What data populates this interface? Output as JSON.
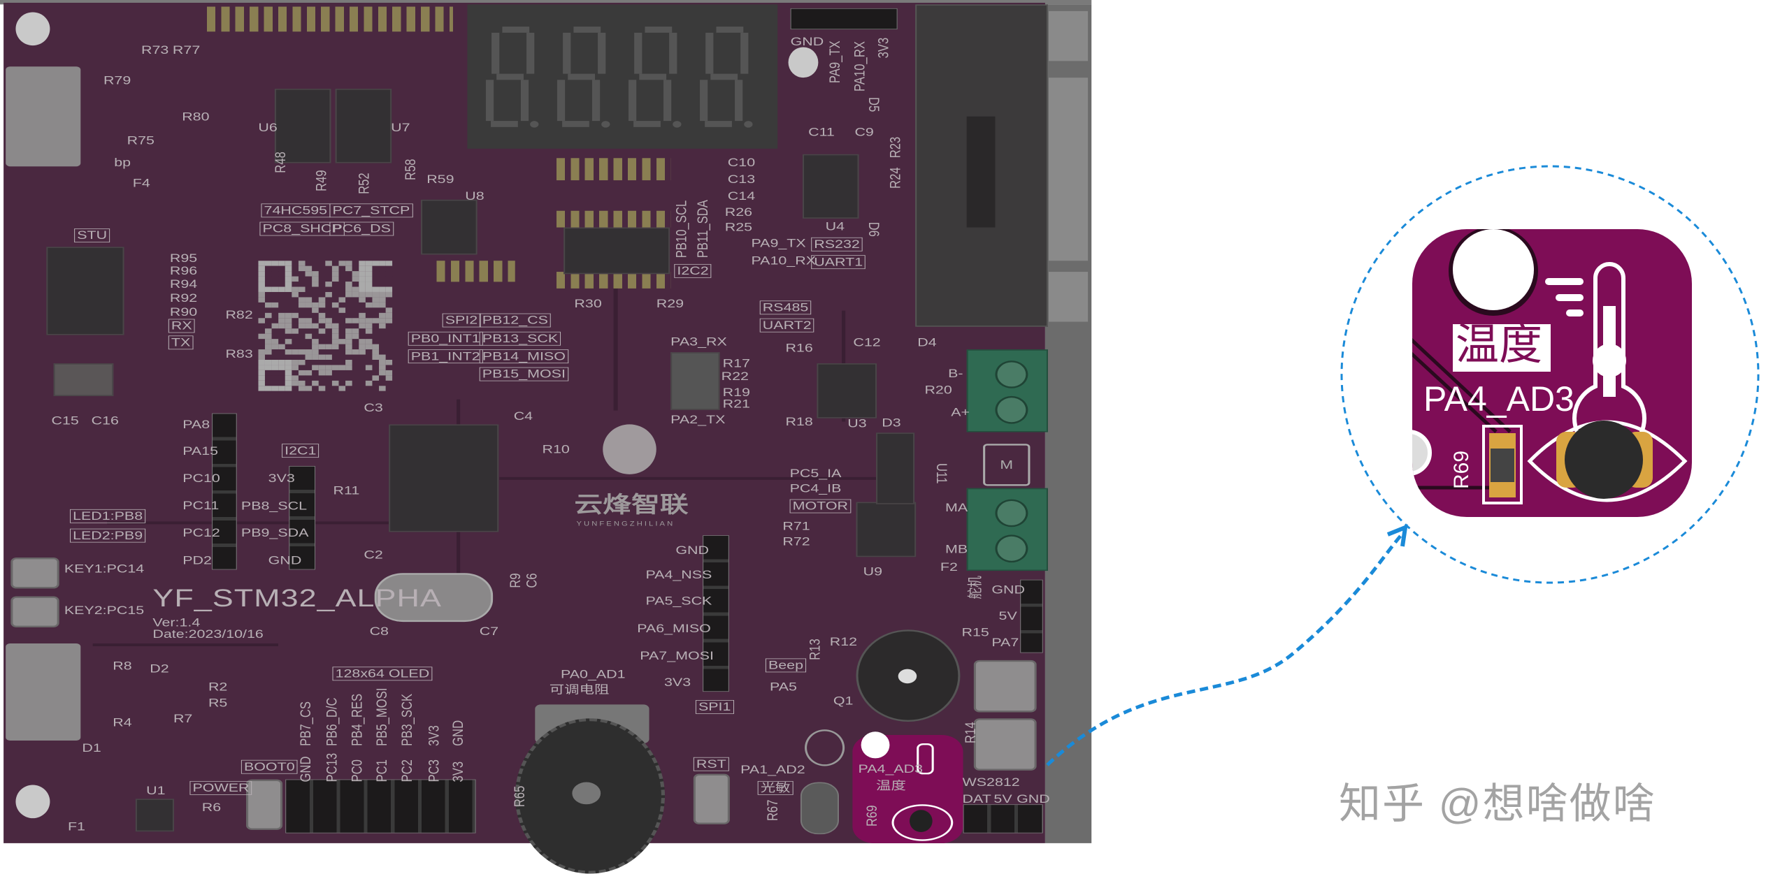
{
  "board": {
    "colors": {
      "board": "#4a2840",
      "silkscreen": "#b8b0b5",
      "sensor_board": "#7e0d56",
      "callout": "#1a8ad8",
      "terminal": "#2f6a52"
    },
    "labels": [
      "R73",
      "R77",
      "R79",
      "R80",
      "R75",
      "U6",
      "U7",
      "R48",
      "R49",
      "R52",
      "R58",
      "R59",
      "U8",
      "74HC595",
      "PC7_STCP",
      "PC8_SHCP",
      "PC6_DS",
      "STU",
      "R95",
      "R96",
      "R94",
      "R92",
      "R90",
      "R82",
      "RX",
      "TX",
      "R83",
      "SPI2",
      "PB12_CS",
      "PB0_INT1",
      "PB13_SCK",
      "PB1_INT2",
      "PB14_MISO",
      "PB15_MOSI",
      "PB10_SCL",
      "PB11_SDA",
      "I2C2",
      "C10",
      "C13",
      "C14",
      "R26",
      "R25",
      "U4",
      "PA9_TX",
      "RS232",
      "PA10_RX",
      "UART1",
      "C11",
      "C9",
      "GND",
      "PA9_TX",
      "PA10_RX",
      "3V3",
      "RS485",
      "UART2",
      "R30",
      "R29",
      "PA3_RX",
      "PA2_TX",
      "R17",
      "R22",
      "R19",
      "R21",
      "R16",
      "R18",
      "C12",
      "D4",
      "R20",
      "B-",
      "A+",
      "D3",
      "U3",
      "PC5_IA",
      "PC4_IB",
      "MOTOR",
      "R71",
      "R72",
      "MA",
      "MB",
      "U9",
      "F2",
      "舵机",
      "GND",
      "5V",
      "PA7",
      "R15",
      "R12",
      "Beep",
      "PA5",
      "Q1",
      "GND",
      "PA4_NSS",
      "PA5_SCK",
      "PA6_MISO",
      "PA7_MOSI",
      "3V3",
      "SPI1",
      "PA0_AD1",
      "可调电阻",
      "RST",
      "PA1_AD2",
      "光敏",
      "PA4_AD3",
      "温度",
      "WS2812",
      "DAT",
      "5V",
      "GND",
      "I2C1",
      "3V3",
      "PB8_SCL",
      "PB9_SDA",
      "GND",
      "R11",
      "PA8",
      "PA15",
      "PC10",
      "PC11",
      "PC12",
      "PD2",
      "LED1:PB8",
      "LED2:PB9",
      "KEY1:PC14",
      "KEY2:PC15",
      "YF_STM32_ALPHA",
      "Ver:1.4",
      "Date:2023/10/16",
      "R10",
      "C8",
      "C7",
      "128x64 OLED",
      "PB7_CS",
      "PB6_D/C",
      "PB4_RES",
      "PB5_MOSI",
      "PB3_SCK",
      "3V3",
      "GND",
      "GND",
      "PC13",
      "PC0",
      "PC1",
      "PC2",
      "PC3",
      "3V3",
      "BOOT0",
      "POWER",
      "R6",
      "U1",
      "D1",
      "F1",
      "R8",
      "D2",
      "R2",
      "R5",
      "R7",
      "R4",
      "C15",
      "C16",
      "F4",
      "bp",
      "R65",
      "R67",
      "R69",
      "R14",
      "D5",
      "D6",
      "R23",
      "R24",
      "U11",
      "R13",
      "C3",
      "C4",
      "C2",
      "R9",
      "C6"
    ],
    "logo_cn": "云烽智联",
    "logo_en": "YUNFENGZHILIAN",
    "seven_segment_digits": 4
  },
  "callout": {
    "sensor_label_cn": "温度",
    "sensor_pin": "PA4_AD3",
    "resistor": "R69",
    "icon": "thermometer-icon"
  },
  "watermark": "知乎 @想啥做啥"
}
